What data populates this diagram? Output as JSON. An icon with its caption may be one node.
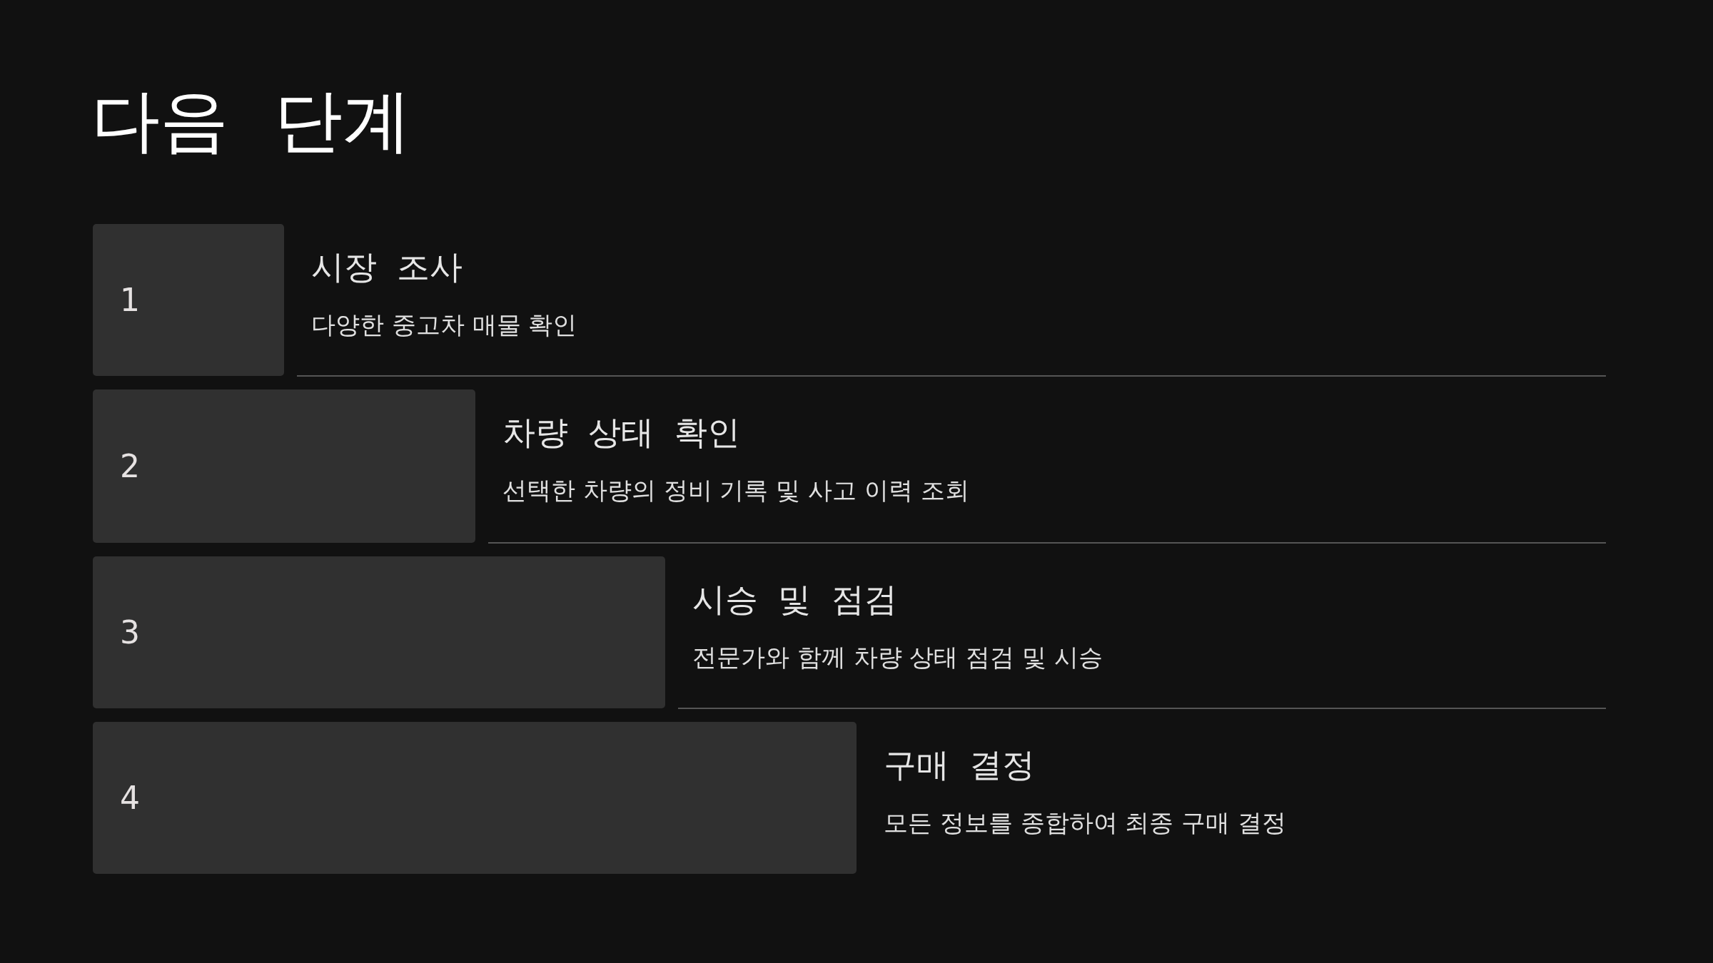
{
  "diagram": {
    "title": "다음 단계",
    "nodes": [
      {
        "text": [
          "1"
        ],
        "beside": [
          "시장 조사",
          "다양한 중고차 매물 확인"
        ]
      },
      {
        "text": [
          "2"
        ],
        "beside": [
          "차량 상태 확인",
          "선택한 차량의 정비 기록 및 사고 이력 조회"
        ]
      },
      {
        "text": [
          "3"
        ],
        "beside": [
          "시승 및 점검",
          "전문가와 함께 차량 상태 점검 및 시승"
        ]
      },
      {
        "text": [
          "4"
        ],
        "beside": [
          "구매 결정",
          "모든 정보를 종합하여 최종 구매 결정"
        ]
      }
    ]
  }
}
